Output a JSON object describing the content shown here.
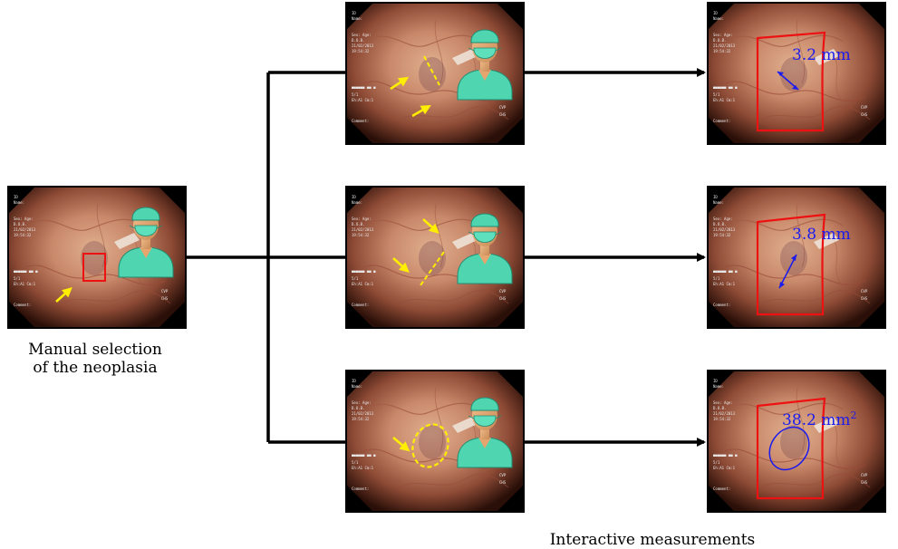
{
  "captions": {
    "input": [
      "Manual selection",
      "of the neoplasia"
    ],
    "output": "Interactive measurements"
  },
  "measurements": [
    {
      "value": "3.2",
      "unit": "mm",
      "type": "length"
    },
    {
      "value": "3.8",
      "unit": "mm",
      "type": "length"
    },
    {
      "value": "38.2",
      "unit": "mm",
      "sup": "2",
      "type": "area"
    }
  ],
  "colors": {
    "selection": "#ee1111",
    "arrow": "#ffee00",
    "annotation": "#1a1aee",
    "connector": "#000000"
  },
  "icons": {
    "surgeon": "surgeon-icon",
    "arrow": "arrow-icon"
  }
}
